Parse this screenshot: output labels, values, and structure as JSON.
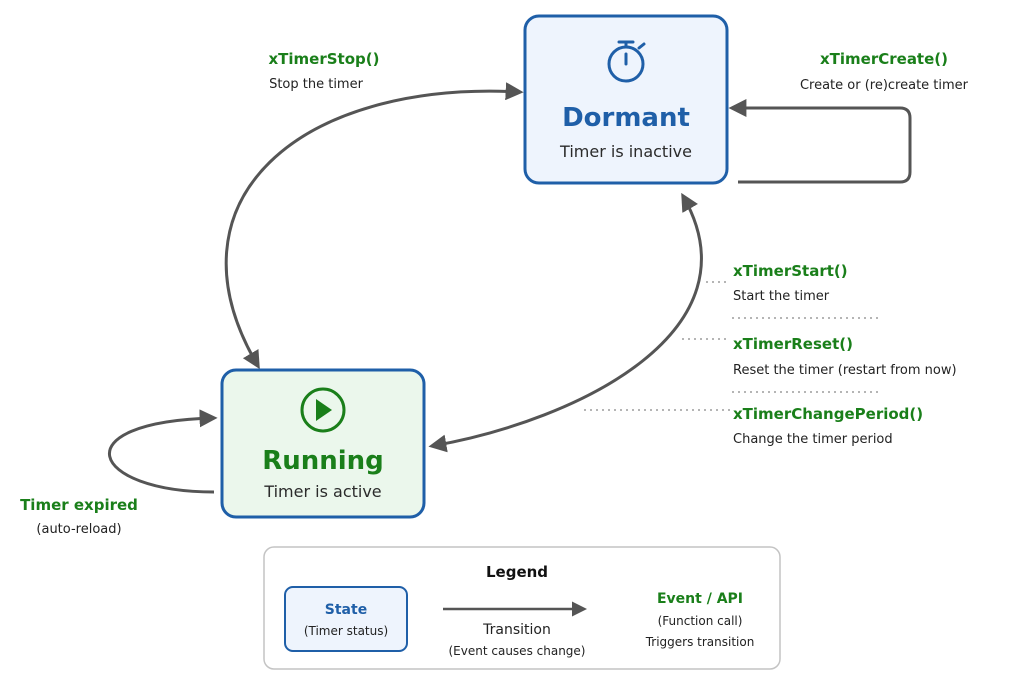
{
  "colors": {
    "blue": "#1f5fa8",
    "green": "#1a7f1a",
    "dormant_fill": "#eef4fd",
    "running_fill": "#ebf7ec",
    "arrow": "#555555",
    "dotted": "#b5b5b5",
    "legend_border": "#c4c4c4"
  },
  "states": {
    "dormant": {
      "title": "Dormant",
      "subtitle": "Timer is inactive",
      "icon": "stopwatch-icon"
    },
    "running": {
      "title": "Running",
      "subtitle": "Timer is active",
      "icon": "play-icon"
    }
  },
  "transitions": {
    "stop": {
      "api": "xTimerStop()",
      "desc": "Stop the timer"
    },
    "create": {
      "api": "xTimerCreate()",
      "desc": "Create or (re)create timer"
    },
    "start": {
      "api": "xTimerStart()",
      "desc": "Start the timer"
    },
    "reset": {
      "api": "xTimerReset()",
      "desc": "Reset the timer (restart from now)"
    },
    "change_period": {
      "api": "xTimerChangePeriod()",
      "desc": "Change the timer period"
    },
    "expired": {
      "api": "Timer expired",
      "desc": "(auto-reload)"
    }
  },
  "legend": {
    "title": "Legend",
    "state_label": "State",
    "state_sub": "(Timer status)",
    "transition_label": "Transition",
    "transition_sub": "(Event causes change)",
    "event_label": "Event / API",
    "event_sub1": "(Function call)",
    "event_sub2": "Triggers transition"
  }
}
